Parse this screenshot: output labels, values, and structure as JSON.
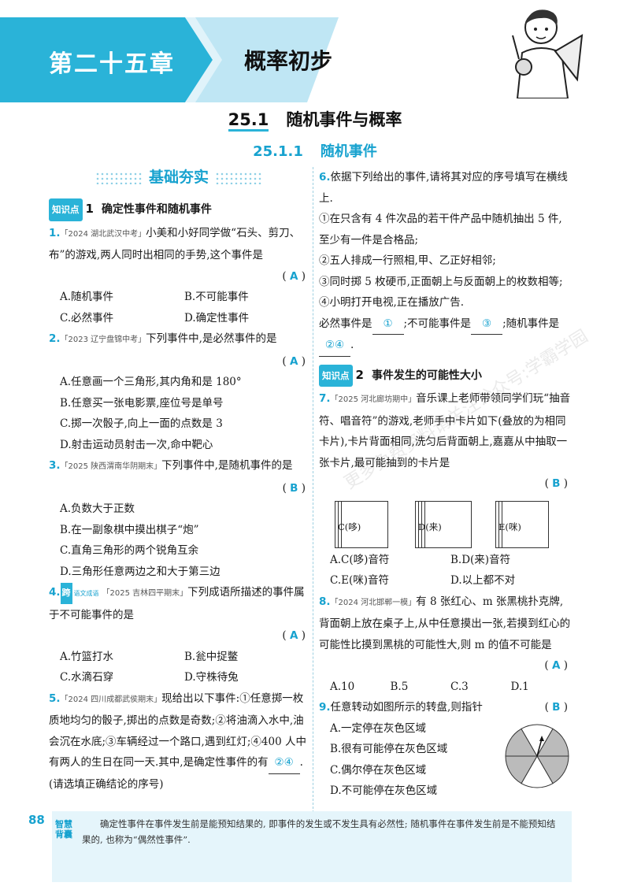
{
  "header": {
    "chapter_label": "第二十五章",
    "chapter_title": "概率初步",
    "section_num": "25.1",
    "section_title": "随机事件与概率",
    "subsection_num": "25.1.1",
    "subsection_title": "随机事件"
  },
  "colors": {
    "accent": "#2ab3d8",
    "accent_dark": "#17a2cf",
    "banner_light": "#bfe6f4",
    "tip_bg": "#e5f5fb"
  },
  "basic_head": "基础夯实",
  "kp1": {
    "tag": "知识点",
    "num": "1",
    "title": "确定性事件和随机事件"
  },
  "kp2": {
    "tag": "知识点",
    "num": "2",
    "title": "事件发生的可能性大小"
  },
  "q1": {
    "num": "1.",
    "src": "「2024 湖北武汉中考」",
    "text": "小美和小好同学做“石头、剪刀、布”的游戏,两人同时出相同的手势,这个事件是",
    "answer": "A",
    "options": [
      "A.随机事件",
      "B.不可能事件",
      "C.必然事件",
      "D.确定性事件"
    ]
  },
  "q2": {
    "num": "2.",
    "src": "「2023 辽宁盘锦中考」",
    "text": "下列事件中,是必然事件的是",
    "answer": "A",
    "options": [
      "A.任意画一个三角形,其内角和是 180°",
      "B.任意买一张电影票,座位号是单号",
      "C.掷一次骰子,向上一面的点数是 3",
      "D.射击运动员射击一次,命中靶心"
    ]
  },
  "q3": {
    "num": "3.",
    "src": "「2025 陕西渭南华阴期末」",
    "text": "下列事件中,是随机事件的是",
    "answer": "B",
    "options": [
      "A.负数大于正数",
      "B.在一副象棋中摸出棋子“炮”",
      "C.直角三角形的两个锐角互余",
      "D.三角形任意两边之和大于第三边"
    ]
  },
  "q4": {
    "num": "4.",
    "kua": "跨",
    "kua_sub": "语文成语",
    "src": "「2025 吉林四平期末」",
    "text": "下列成语所描述的事件属于不可能事件的是",
    "answer": "A",
    "options": [
      "A.竹篮打水",
      "B.瓮中捉鳖",
      "C.水滴石穿",
      "D.守株待兔"
    ]
  },
  "q5": {
    "num": "5.",
    "src": "「2024 四川成都武侯期末」",
    "text1": "现给出以下事件:①任意掷一枚质地均匀的骰子,掷出的点数是奇数;②将油滴入水中,油会沉在水底;③车辆经过一个路口,遇到红灯;④400 人中有两人的生日在同一天.其中,是确定性事件的有",
    "blank": "②④",
    "text2": ".(请选填正确结论的序号)"
  },
  "q6": {
    "num": "6.",
    "text": "依据下列给出的事件,请将其对应的序号填写在横线上.",
    "items": [
      "①在只含有 4 件次品的若干件产品中随机抽出 5 件,至少有一件是合格品;",
      "②五人排成一行照相,甲、乙正好相邻;",
      "③同时掷 5 枚硬币,正面朝上与反面朝上的枚数相等;",
      "④小明打开电视,正在播放广告."
    ],
    "t1": "必然事件是",
    "b1": "①",
    "t2": ";不可能事件是",
    "b2": "③",
    "t3": ";随机事件是",
    "b3": "②④",
    "t4": "."
  },
  "q7": {
    "num": "7.",
    "src": "「2025 河北廊坊期中」",
    "text": "音乐课上老师带领同学们玩“抽音符、唱音符”的游戏,老师手中卡片如下(叠放的为相同卡片),卡片背面相同,洗匀后背面朝上,嘉嘉从中抽取一张卡片,最可能抽到的卡片是",
    "answer": "B",
    "cards": [
      "C(哆)",
      "D(来)",
      "E(咪)"
    ],
    "options": [
      "A.C(哆)音符",
      "B.D(来)音符",
      "C.E(咪)音符",
      "D.以上都不对"
    ]
  },
  "q8": {
    "num": "8.",
    "src": "「2024 河北邯郸一模」",
    "text": "有 8 张红心、m 张黑桃扑克牌,背面朝上放在桌子上,从中任意摸出一张,若摸到红心的可能性比摸到黑桃的可能性大,则 m 的值不可能是",
    "answer": "A",
    "options": [
      "A.10",
      "B.5",
      "C.3",
      "D.1"
    ]
  },
  "q9": {
    "num": "9.",
    "text": "任意转动如图所示的转盘,则指针",
    "answer": "B",
    "options": [
      "A.一定停在灰色区域",
      "B.很有可能停在灰色区域",
      "C.偶尔停在灰色区域",
      "D.不可能停在灰色区域"
    ]
  },
  "footer": {
    "page": "88",
    "tip_label": "智慧背囊",
    "tip": "确定性事件在事件发生前是能预知结果的, 即事件的发生或不发生具有必然性; 随机事件在事件发生前是不能预知结果的, 也称为“偶然性事件”."
  },
  "watermark": "更多免费资料请关注公众号:学霸学园"
}
